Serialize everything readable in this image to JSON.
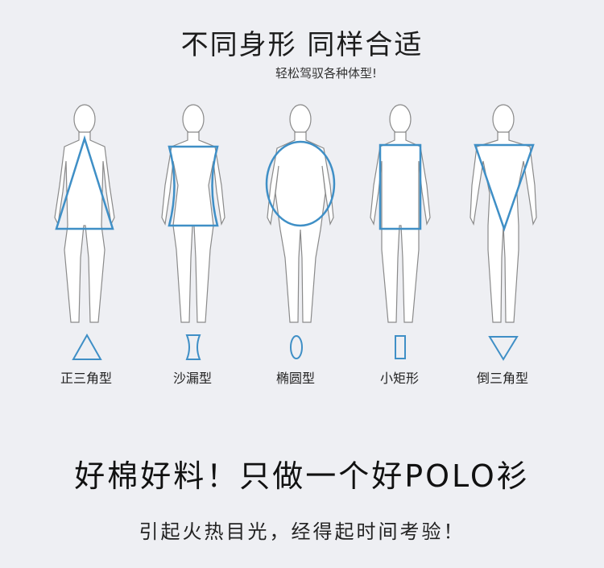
{
  "title": "不同身形  同样合适",
  "subtitle": "轻松驾驭各种体型!",
  "body_types": [
    {
      "label": "正三角型",
      "icon": "triangle-up-icon"
    },
    {
      "label": "沙漏型",
      "icon": "hourglass-icon"
    },
    {
      "label": "椭圆型",
      "icon": "ellipse-icon"
    },
    {
      "label": "小矩形",
      "icon": "rectangle-icon"
    },
    {
      "label": "倒三角型",
      "icon": "triangle-down-icon"
    }
  ],
  "headline": "好棉好料！只做一个好POLO衫",
  "tagline": "引起火热目光，经得起时间考验！",
  "colors": {
    "background": "#eeeff3",
    "accent": "#3f8fc6",
    "figure_fill": "#ffffff",
    "figure_stroke": "#8a8a8a"
  }
}
